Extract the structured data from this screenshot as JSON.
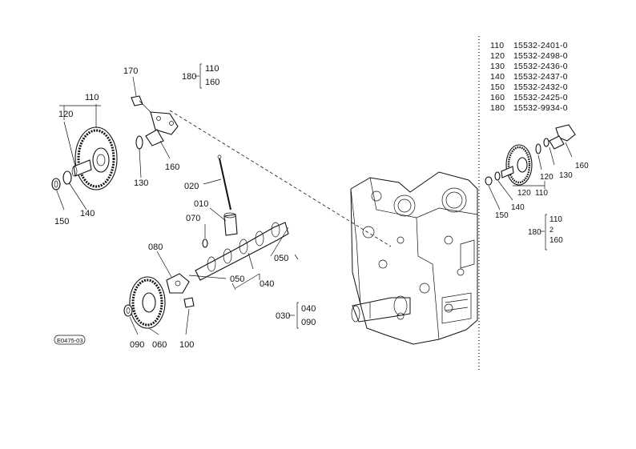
{
  "callouts": {
    "c110": "110",
    "c120": "120",
    "c140": "140",
    "c150": "150",
    "c130": "130",
    "c160": "160",
    "c170": "170",
    "c020": "020",
    "c010": "010",
    "c070": "070",
    "c080": "080",
    "c050a": "050",
    "c050b": "050",
    "c040": "040",
    "c060": "060",
    "c090": "090",
    "c100": "100"
  },
  "assembly_180_top": {
    "ref": "180",
    "items": [
      "110",
      "160"
    ]
  },
  "assembly_030": {
    "ref": "030",
    "items": [
      "040",
      "090"
    ]
  },
  "drawing_code": "E0475-03",
  "parts_table": [
    {
      "ref": "110",
      "part_no": "15532-2401-0"
    },
    {
      "ref": "120",
      "part_no": "15532-2498-0"
    },
    {
      "ref": "130",
      "part_no": "15532-2436-0"
    },
    {
      "ref": "140",
      "part_no": "15532-2437-0"
    },
    {
      "ref": "150",
      "part_no": "15532-2432-0"
    },
    {
      "ref": "160",
      "part_no": "15532-2425-0"
    },
    {
      "ref": "180",
      "part_no": "15532-9934-0"
    }
  ],
  "inset_callouts": {
    "c160": "160",
    "c130": "130",
    "c120a": "120",
    "c120b": "120",
    "c110": "110",
    "c150": "150",
    "c140": "140"
  },
  "assembly_180_inset": {
    "ref": "180",
    "items": [
      "110",
      "160"
    ]
  }
}
